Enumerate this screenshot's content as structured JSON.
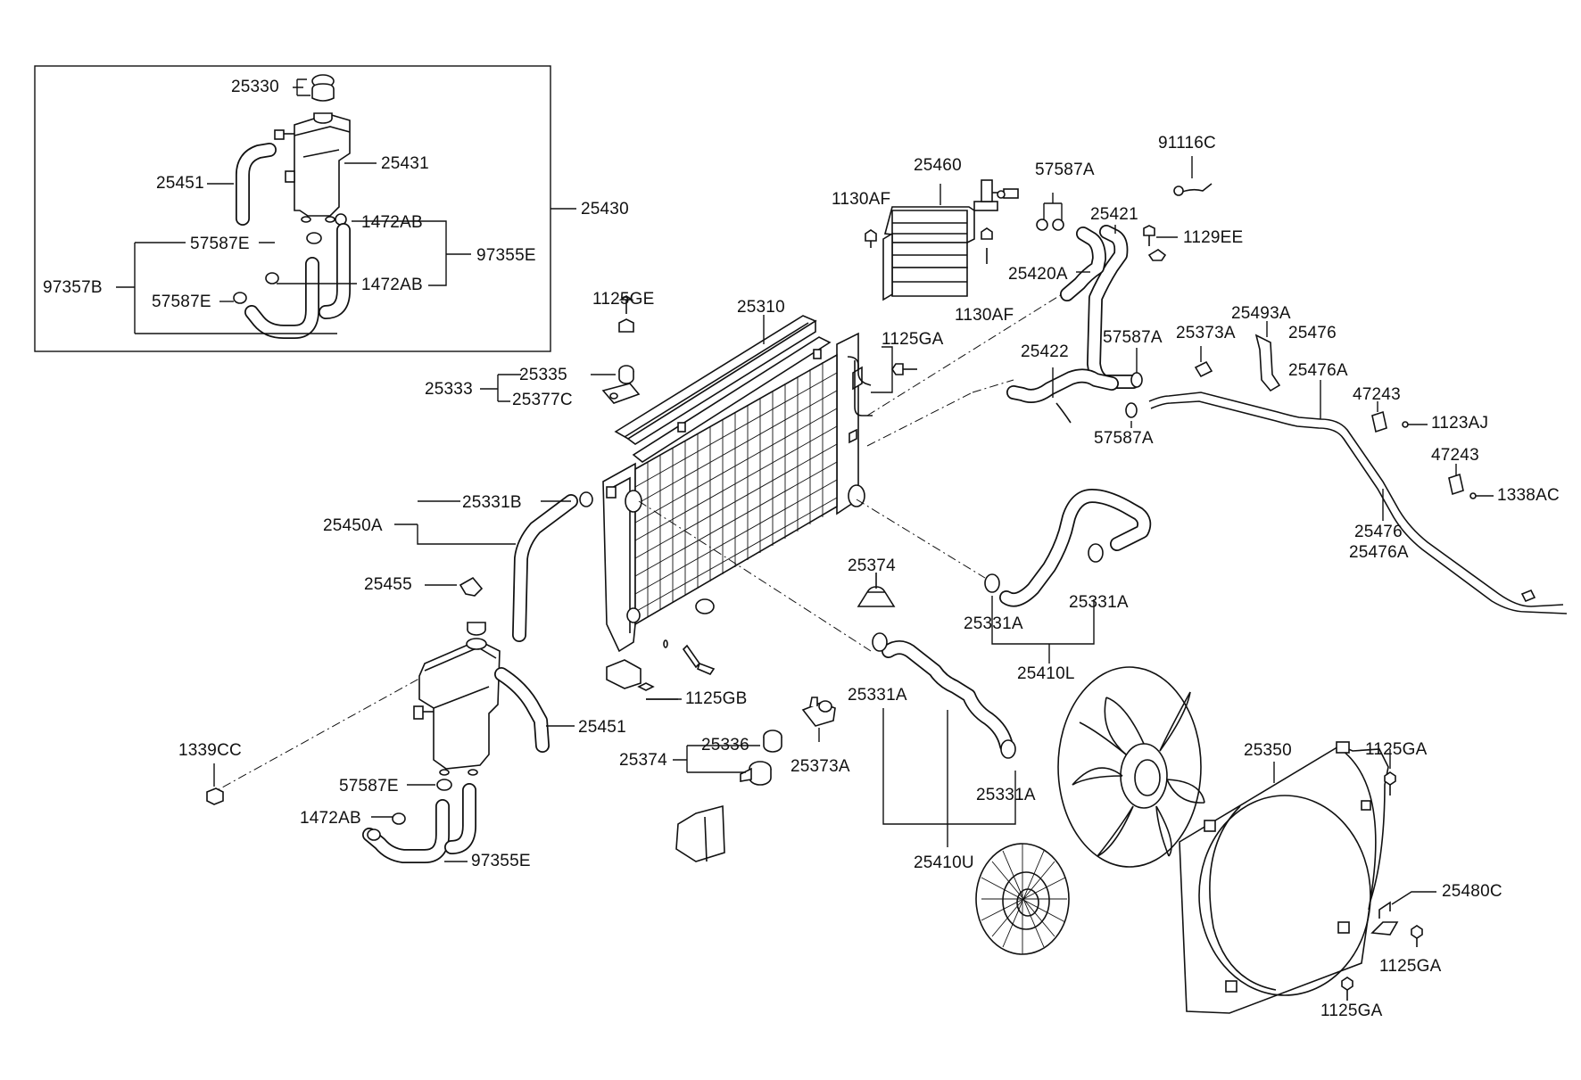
{
  "diagram": {
    "title": "",
    "inset_label": "25430",
    "labels": {
      "l25330": "25330",
      "l25451_top": "25451",
      "l25431": "25431",
      "l25430": "25430",
      "l1472AB_a": "1472AB",
      "l57587E_a": "57587E",
      "l97355E_a": "97355E",
      "l97357B": "97357B",
      "l57587E_b": "57587E",
      "l1472AB_b": "1472AB",
      "l25460": "25460",
      "l1130AF_a": "1130AF",
      "l1130AF_b": "1130AF",
      "l57587A_a": "57587A",
      "l25421": "25421",
      "l91116C": "91116C",
      "l1129EE": "1129EE",
      "l25420A": "25420A",
      "l1125GE": "1125GE",
      "l25310": "25310",
      "l1125GA_a": "1125GA",
      "l25422": "25422",
      "l57587A_b": "57587A",
      "l25373A_a": "25373A",
      "l25493A": "25493A",
      "l25476_a": "25476",
      "l25476A_a": "25476A",
      "l25335": "25335",
      "l25333": "25333",
      "l25377C": "25377C",
      "l57587A_c": "57587A",
      "l47243_a": "47243",
      "l1123AJ": "1123AJ",
      "l47243_b": "47243",
      "l1338AC": "1338AC",
      "l25331B": "25331B",
      "l25450A": "25450A",
      "l25476_b": "25476",
      "l25476A_b": "25476A",
      "l25455": "25455",
      "l25374_a": "25374",
      "l25331A_a": "25331A",
      "l25331A_b": "25331A",
      "l25410L": "25410L",
      "l1125GB": "1125GB",
      "l25331A_c": "25331A",
      "l25451_b": "25451",
      "l1339CC": "1339CC",
      "l25336": "25336",
      "l25374_b": "25374",
      "l25373A_b": "25373A",
      "l25350": "25350",
      "l1125GA_b": "1125GA",
      "l57587E_c": "57587E",
      "l25331A_d": "25331A",
      "l1472AB_c": "1472AB",
      "l97355E_b": "97355E",
      "l25410U": "25410U",
      "l25480C": "25480C",
      "l1125GA_c": "1125GA",
      "l1125GA_d": "1125GA"
    }
  }
}
